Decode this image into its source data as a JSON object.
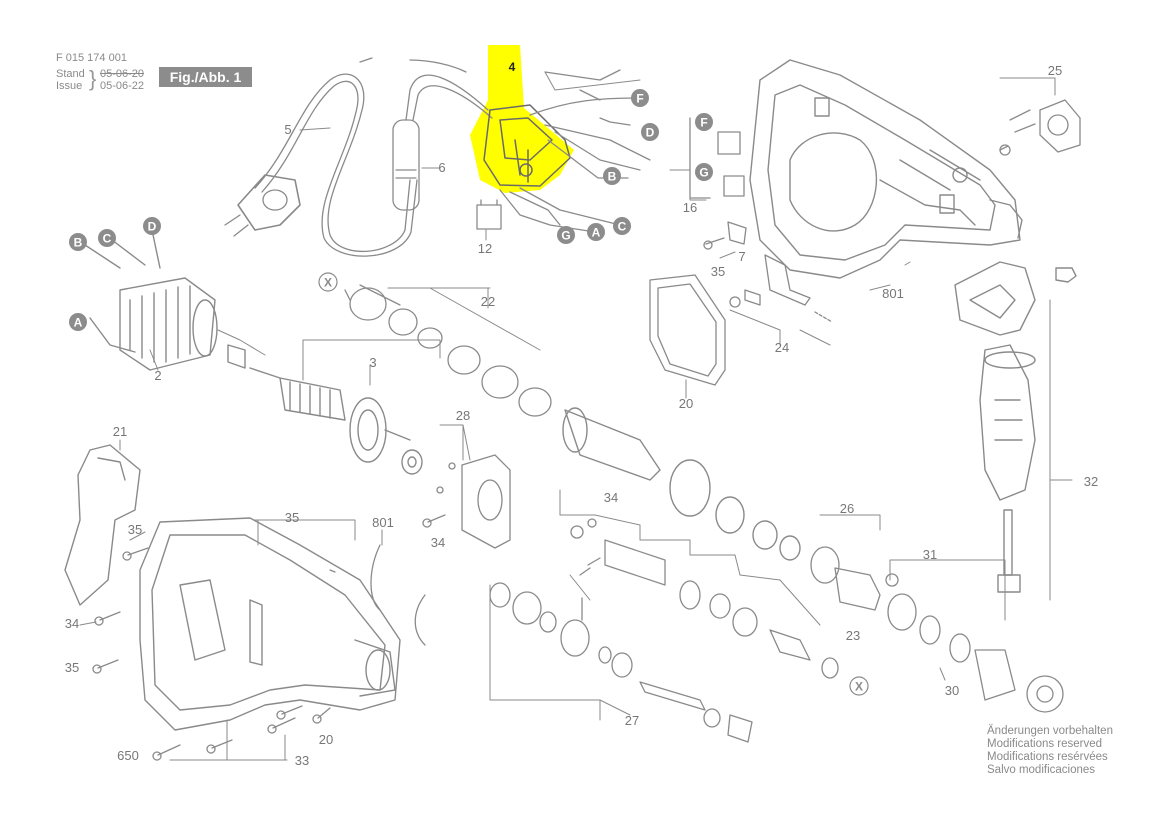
{
  "header": {
    "doc_number": "F 015 174 001",
    "stand_label": "Stand",
    "issue_label": "Issue",
    "stand_date": "05-06-20",
    "issue_date": "05-06-22",
    "fig_label": "Fig./Abb. 1"
  },
  "notes": [
    "Änderungen vorbehalten",
    "Modifications reserved",
    "Modifications resérvées",
    "Salvo modificaciones"
  ],
  "highlight": {
    "part_number": "4",
    "color": "#ffff00"
  },
  "part_labels": [
    "4",
    "5",
    "6",
    "12",
    "16",
    "7",
    "35",
    "801",
    "25",
    "2",
    "3",
    "22",
    "20",
    "24",
    "21",
    "28",
    "35",
    "34",
    "34",
    "35",
    "35",
    "801",
    "20",
    "33",
    "34",
    "27",
    "26",
    "23",
    "30",
    "31",
    "32",
    "650"
  ],
  "wire_letters": [
    "F",
    "D",
    "B",
    "G",
    "A",
    "C",
    "F",
    "G",
    "B",
    "C",
    "D",
    "A",
    "X",
    "X"
  ],
  "colors": {
    "line": "#8a8a8a",
    "badge": "#8c8c8c",
    "highlight": "#ffff00"
  }
}
